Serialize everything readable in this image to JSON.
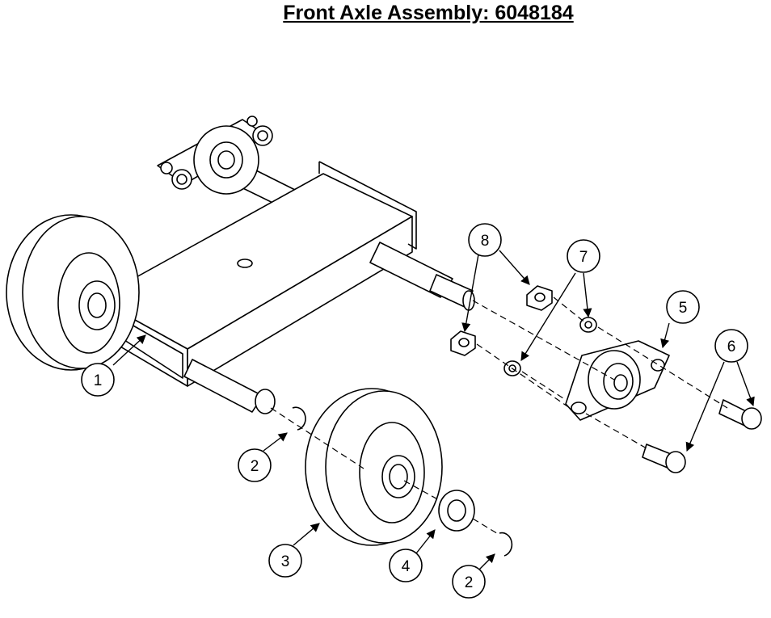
{
  "title": "Front Axle Assembly: 6048184",
  "callouts": [
    {
      "id": "c1",
      "label": "1"
    },
    {
      "id": "c2a",
      "label": "2"
    },
    {
      "id": "c2b",
      "label": "2"
    },
    {
      "id": "c3",
      "label": "3"
    },
    {
      "id": "c4",
      "label": "4"
    },
    {
      "id": "c5",
      "label": "5"
    },
    {
      "id": "c6",
      "label": "6"
    },
    {
      "id": "c7",
      "label": "7"
    },
    {
      "id": "c8",
      "label": "8"
    }
  ]
}
